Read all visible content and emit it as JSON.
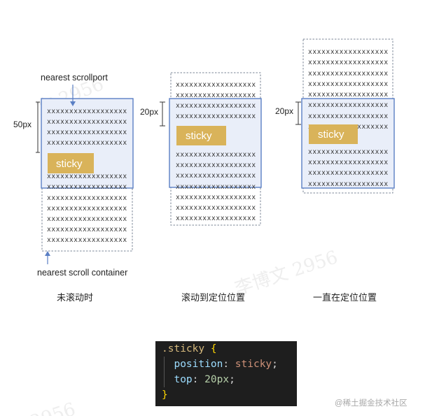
{
  "labels": {
    "nearest_scrollport": "nearest scrollport",
    "nearest_scroll_container": "nearest scroll container",
    "px50": "50px",
    "px20": "20px",
    "sticky": "sticky",
    "row_text": "xxxxxxxxxxxxxxxxxx"
  },
  "captions": {
    "not_scrolled": "未滚动时",
    "scrolled_to_position": "滚动到定位位置",
    "always_at_position": "一直在定位位置"
  },
  "watermarks": {
    "author": "李博文 2956",
    "number": "2956",
    "fragment": "文 2956"
  },
  "code": {
    "selector": ".sticky",
    "open": "{",
    "close": "}",
    "prop1": "position",
    "val1": "sticky",
    "prop2": "top",
    "val2_num": "20",
    "val2_unit": "px"
  },
  "footer": "@稀土掘金技术社区",
  "colors": {
    "scrollport_fill": "#e9eef9",
    "scrollport_border": "#5a7fc4",
    "sticky_fill": "#d9b35a",
    "dashed": "#7a8596"
  }
}
